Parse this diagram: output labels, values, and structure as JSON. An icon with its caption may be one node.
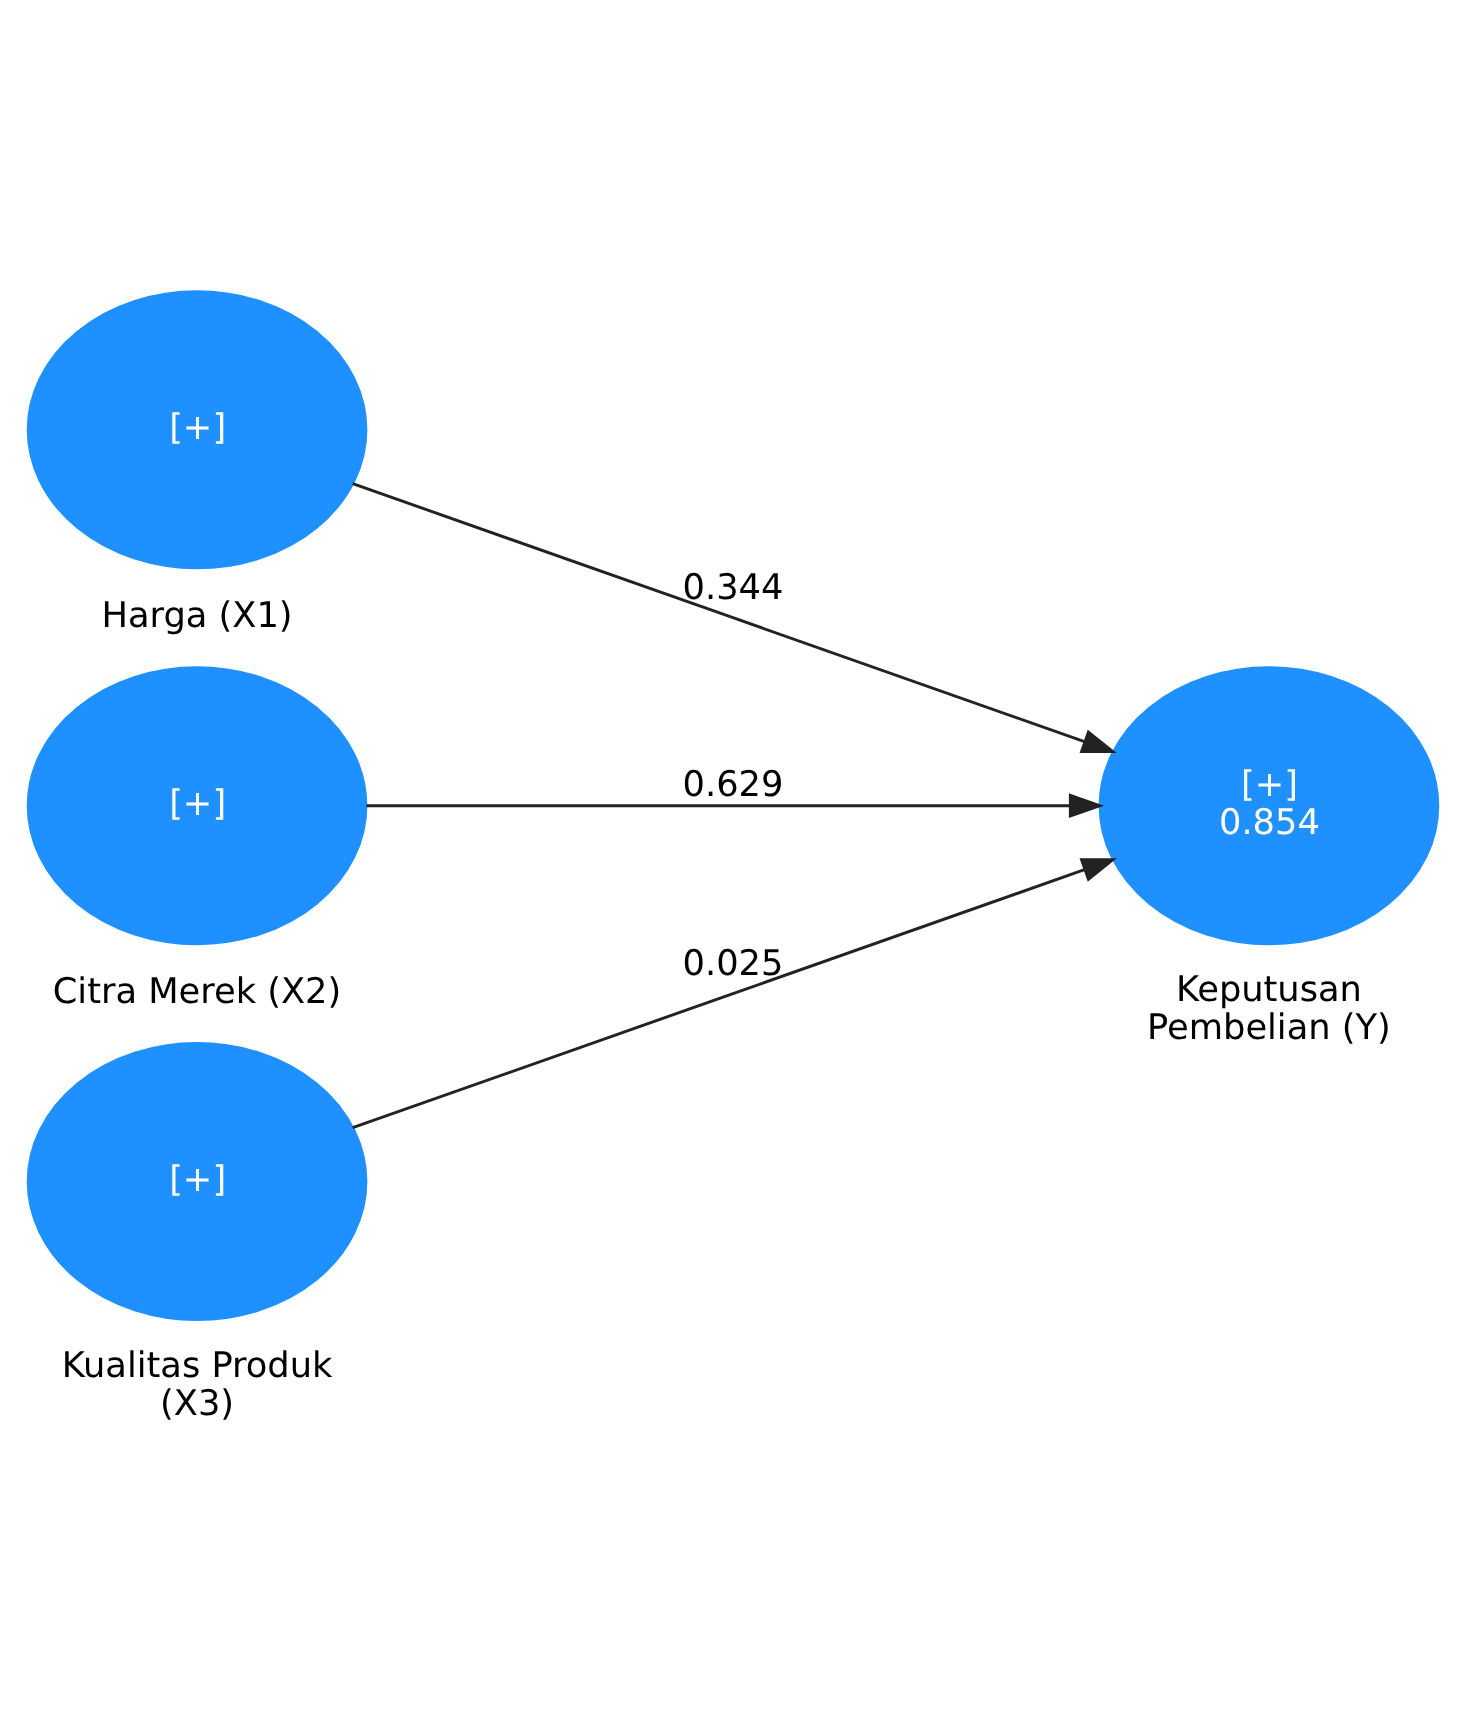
{
  "diagram": {
    "nodes": [
      {
        "text": [
          "[+]"
        ],
        "beside": [
          "Harga (X1)"
        ]
      },
      {
        "text": [
          "[+]"
        ],
        "beside": [
          "Citra Merek (X2)"
        ]
      },
      {
        "text": [
          "[+]"
        ],
        "beside": [
          "Kualitas Produk (X3)"
        ]
      },
      {
        "text": [
          "[+]",
          "0.854"
        ],
        "beside": [
          "Keputusan Pembelian (Y)"
        ]
      }
    ],
    "edges": [
      {
        "from": 0,
        "to": 3,
        "arrow": "to",
        "label": "0.344"
      },
      {
        "from": 1,
        "to": 3,
        "arrow": "to",
        "label": "0.629"
      },
      {
        "from": 2,
        "to": 3,
        "arrow": "to",
        "label": "0.025"
      }
    ]
  }
}
